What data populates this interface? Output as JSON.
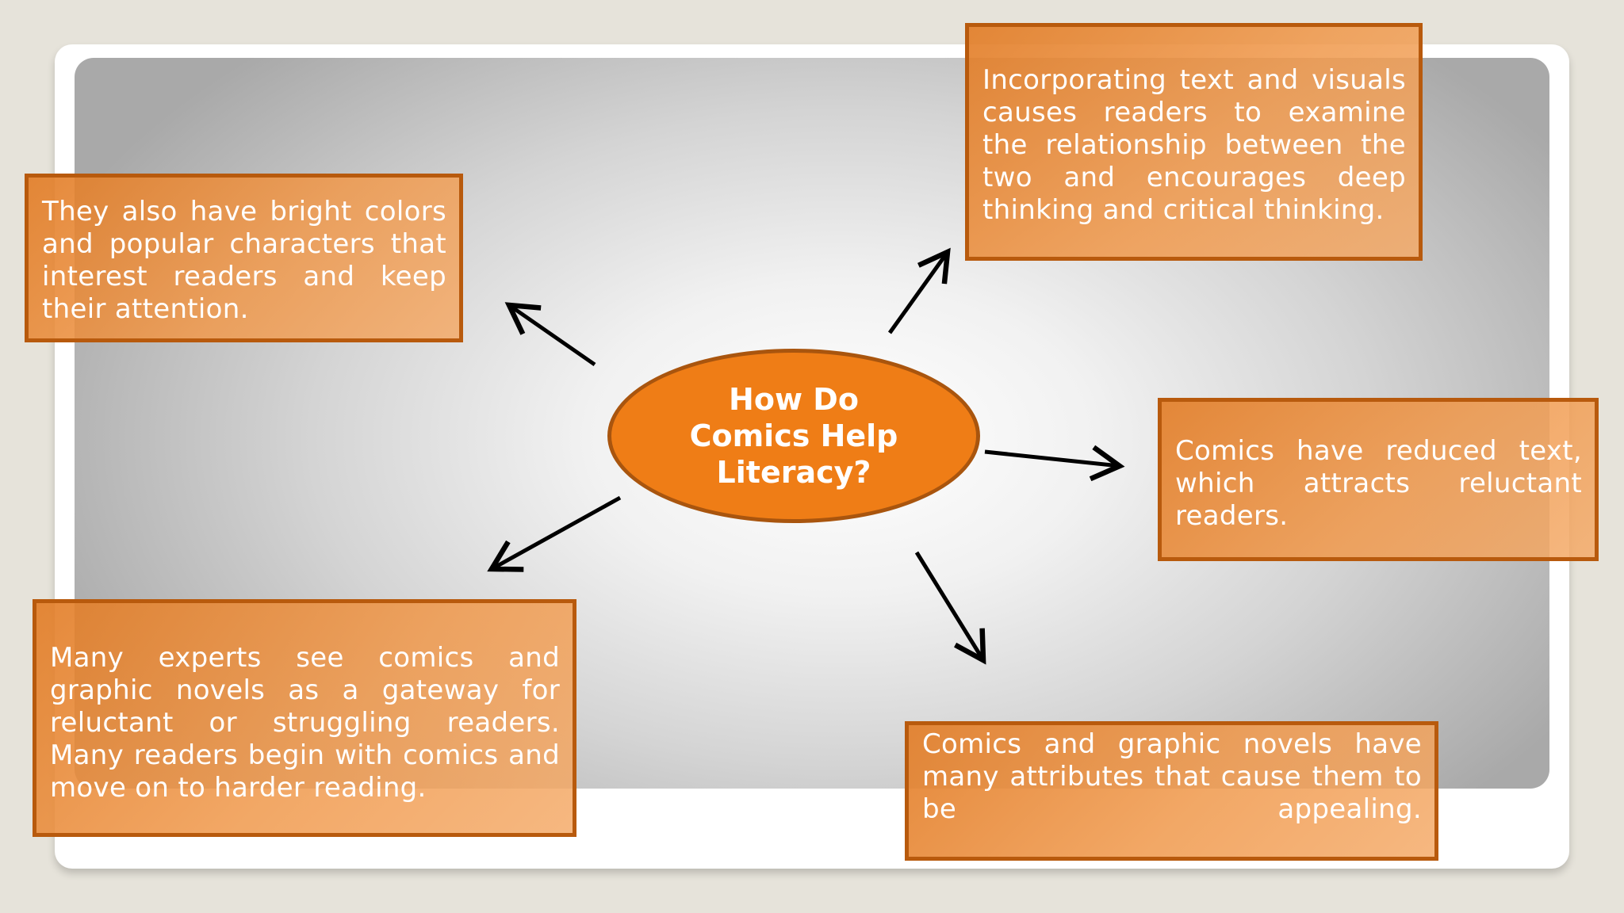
{
  "center": {
    "title": "How Do Comics Help Literacy?"
  },
  "boxes": {
    "top_left": "They also have bright colors and popular characters that interest readers and keep their attention.",
    "top_right": "Incorporating text and visuals causes readers to examine the relationship between the two and encourages deep thinking and critical thinking.",
    "middle_right": "Comics have reduced text, which attracts reluctant readers.",
    "bottom_left": "Many experts see comics and graphic novels as a gateway for reluctant or struggling readers. Many readers begin with comics and move on to harder reading.",
    "bottom_right": "Comics and graphic novels have many attributes that cause them to be appealing."
  },
  "colors": {
    "box_fill": "#ee9650",
    "box_border": "#b85a0d",
    "ellipse_fill": "#ef7d16",
    "arrow": "#000000"
  }
}
